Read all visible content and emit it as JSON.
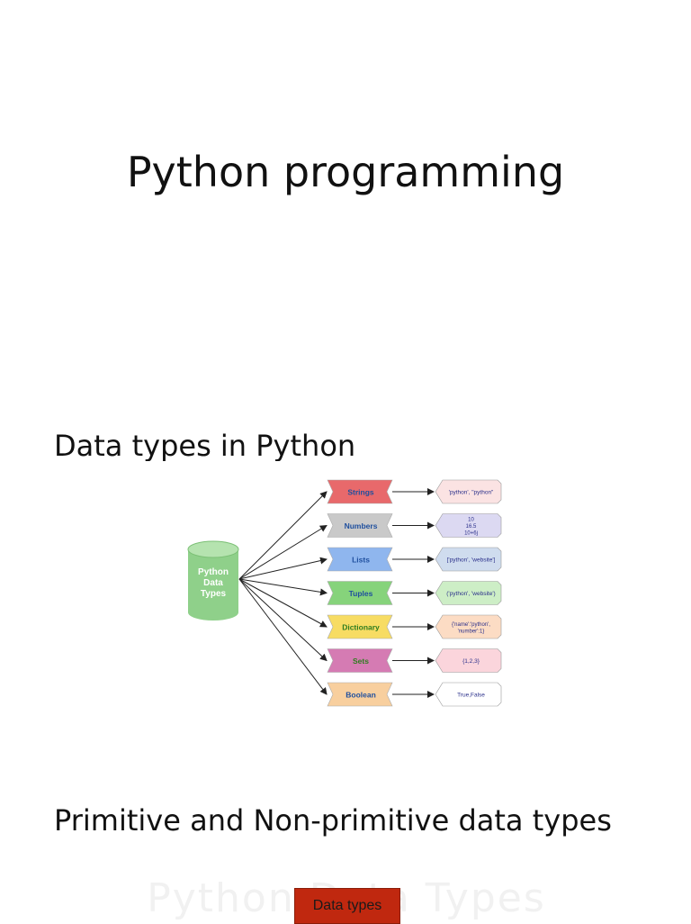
{
  "slide1": {
    "title": "Python programming"
  },
  "slide2": {
    "title": "Data types in Python",
    "diagram": {
      "root": [
        "Python",
        "Data",
        "Types"
      ],
      "types": [
        {
          "label": "Strings",
          "examples": [
            "'python', \"python\""
          ],
          "fill": "#e8696b",
          "example_fill": "#fbe3e3",
          "label_color": "#1f4f9e"
        },
        {
          "label": "Numbers",
          "examples": [
            "10",
            "16.5",
            "10+6j"
          ],
          "fill": "#c9c9c9",
          "example_fill": "#dcd9f2",
          "label_color": "#1f4f9e"
        },
        {
          "label": "Lists",
          "examples": [
            "['python', 'website']"
          ],
          "fill": "#8fb6ee",
          "example_fill": "#cfdcee",
          "label_color": "#1f4f9e"
        },
        {
          "label": "Tuples",
          "examples": [
            "('python', 'website')"
          ],
          "fill": "#86d37b",
          "example_fill": "#cdeec6",
          "label_color": "#1f4f9e"
        },
        {
          "label": "Dictionary",
          "examples": [
            "{'name':'python',",
            "'number':1}"
          ],
          "fill": "#f7dc63",
          "example_fill": "#fcdcc4",
          "label_color": "#2e7d1f"
        },
        {
          "label": "Sets",
          "examples": [
            "{1,2,3}"
          ],
          "fill": "#d57bb3",
          "example_fill": "#fbd5dc",
          "label_color": "#2e7d1f"
        },
        {
          "label": "Boolean",
          "examples": [
            "True,False"
          ],
          "fill": "#f8cf9e",
          "example_fill": "#ffffff",
          "label_color": "#1f4f9e"
        }
      ]
    }
  },
  "slide3": {
    "title": "Primitive and Non-primitive data types",
    "box_label": "Data types",
    "ghost_text": "Python Data Types"
  },
  "colors": {
    "box": "#c0280f",
    "cylinder": "#8fd08a",
    "cylinder_top": "#b5e3af"
  }
}
